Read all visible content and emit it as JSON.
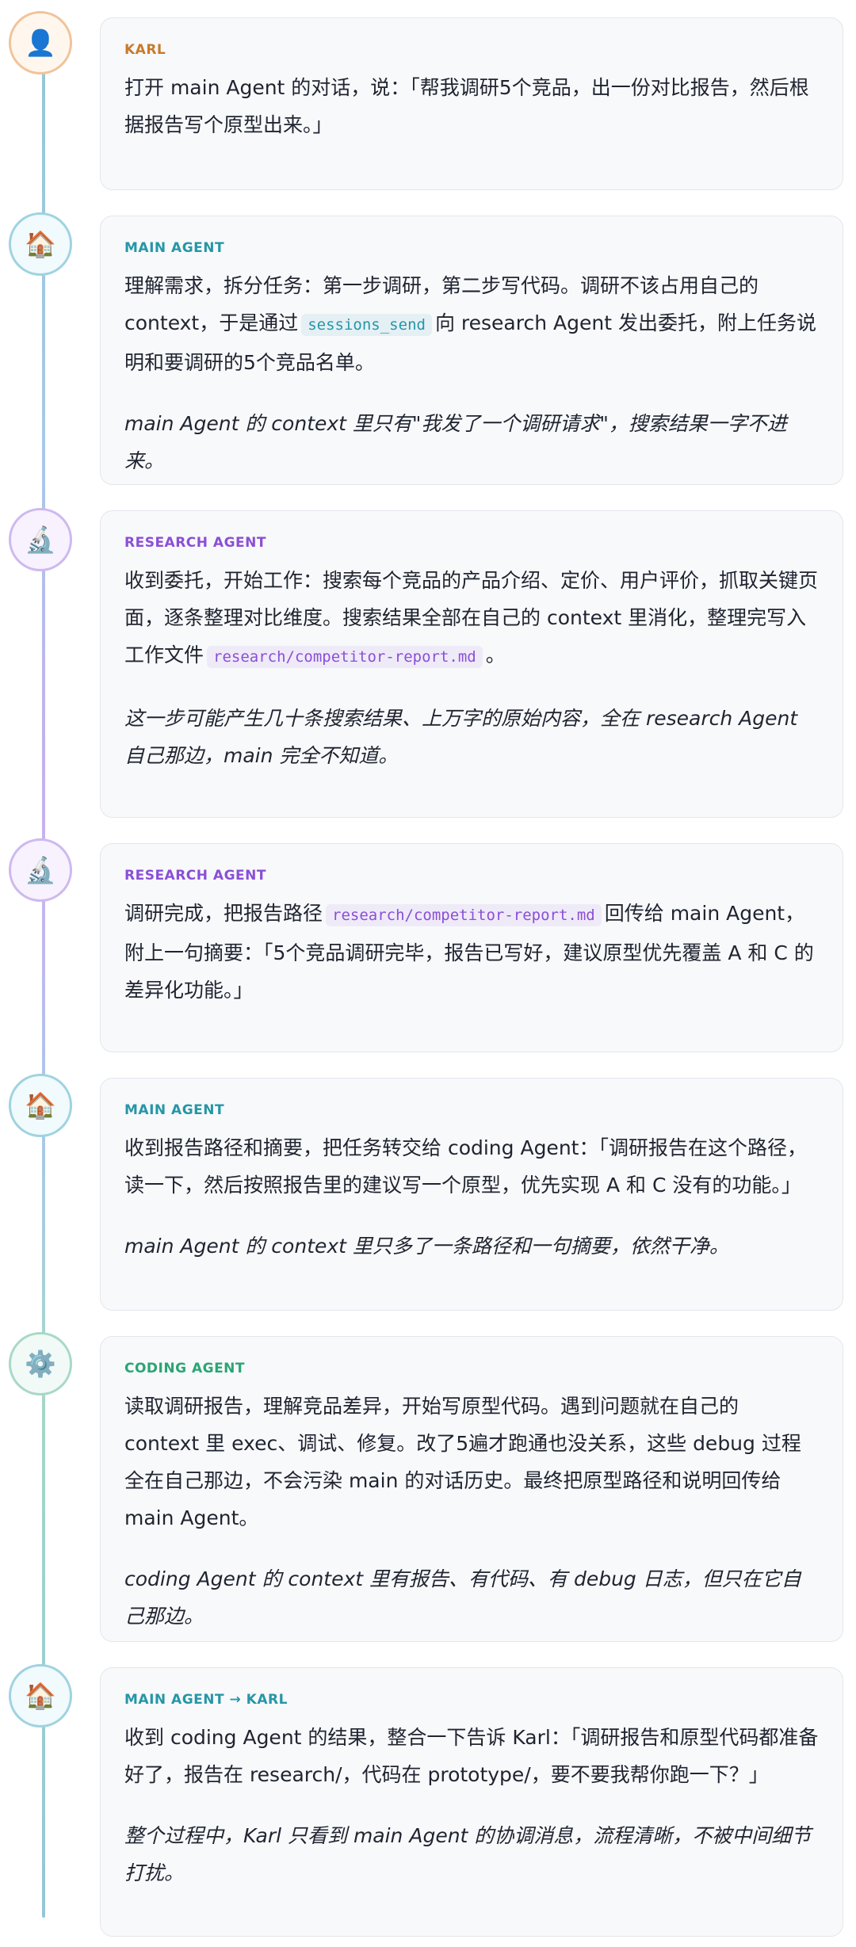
{
  "steps": [
    {
      "role": "KARL",
      "icon": "person-icon",
      "glyph": "👤",
      "text": "打开 main Agent 的对话，说：「帮我调研5个竞品，出一份对比报告，然后根据报告写个原型出来。」"
    },
    {
      "role": "MAIN AGENT",
      "icon": "house-icon",
      "glyph": "🏠",
      "text_before": "理解需求，拆分任务：第一步调研，第二步写代码。调研不该占用自己的 context，于是通过",
      "code": "sessions_send",
      "text_after": "向 research Agent 发出委托，附上任务说明和要调研的5个竞品名单。",
      "note": "main Agent 的 context 里只有\"我发了一个调研请求\"，搜索结果一字不进来。"
    },
    {
      "role": "RESEARCH AGENT",
      "icon": "microscope-icon",
      "glyph": "🔬",
      "text_before": "收到委托，开始工作：搜索每个竞品的产品介绍、定价、用户评价，抓取关键页面，逐条整理对比维度。搜索结果全部在自己的 context 里消化，整理完写入工作文件",
      "code": "research/competitor-report.md",
      "text_after": "。",
      "note": "这一步可能产生几十条搜索结果、上万字的原始内容，全在 research Agent 自己那边，main 完全不知道。"
    },
    {
      "role": "RESEARCH AGENT",
      "icon": "microscope-icon",
      "glyph": "🔬",
      "text_before": "调研完成，把报告路径",
      "code": "research/competitor-report.md",
      "text_after": "回传给 main Agent，附上一句摘要：「5个竞品调研完毕，报告已写好，建议原型优先覆盖 A 和 C 的差异化功能。」"
    },
    {
      "role": "MAIN AGENT",
      "icon": "house-icon",
      "glyph": "🏠",
      "text": "收到报告路径和摘要，把任务转交给 coding Agent：「调研报告在这个路径，读一下，然后按照报告里的建议写一个原型，优先实现 A 和 C 没有的功能。」",
      "note": "main Agent 的 context 里只多了一条路径和一句摘要，依然干净。"
    },
    {
      "role": "CODING AGENT",
      "icon": "gear-icon",
      "glyph": "⚙️",
      "text": "读取调研报告，理解竞品差异，开始写原型代码。遇到问题就在自己的 context 里 exec、调试、修复。改了5遍才跑通也没关系，这些 debug 过程全在自己那边，不会污染 main 的对话历史。最终把原型路径和说明回传给 main Agent。",
      "note": "coding Agent 的 context 里有报告、有代码、有 debug 日志，但只在它自己那边。"
    },
    {
      "role": "MAIN AGENT → KARL",
      "icon": "house-icon",
      "glyph": "🏠",
      "text": "收到 coding Agent 的结果，整合一下告诉 Karl：「调研报告和原型代码都准备好了，报告在 research/，代码在 prototype/，要不要我帮你跑一下？」",
      "note": "整个过程中，Karl 只看到 main Agent 的协调消息，流程清晰，不被中间细节打扰。"
    }
  ]
}
